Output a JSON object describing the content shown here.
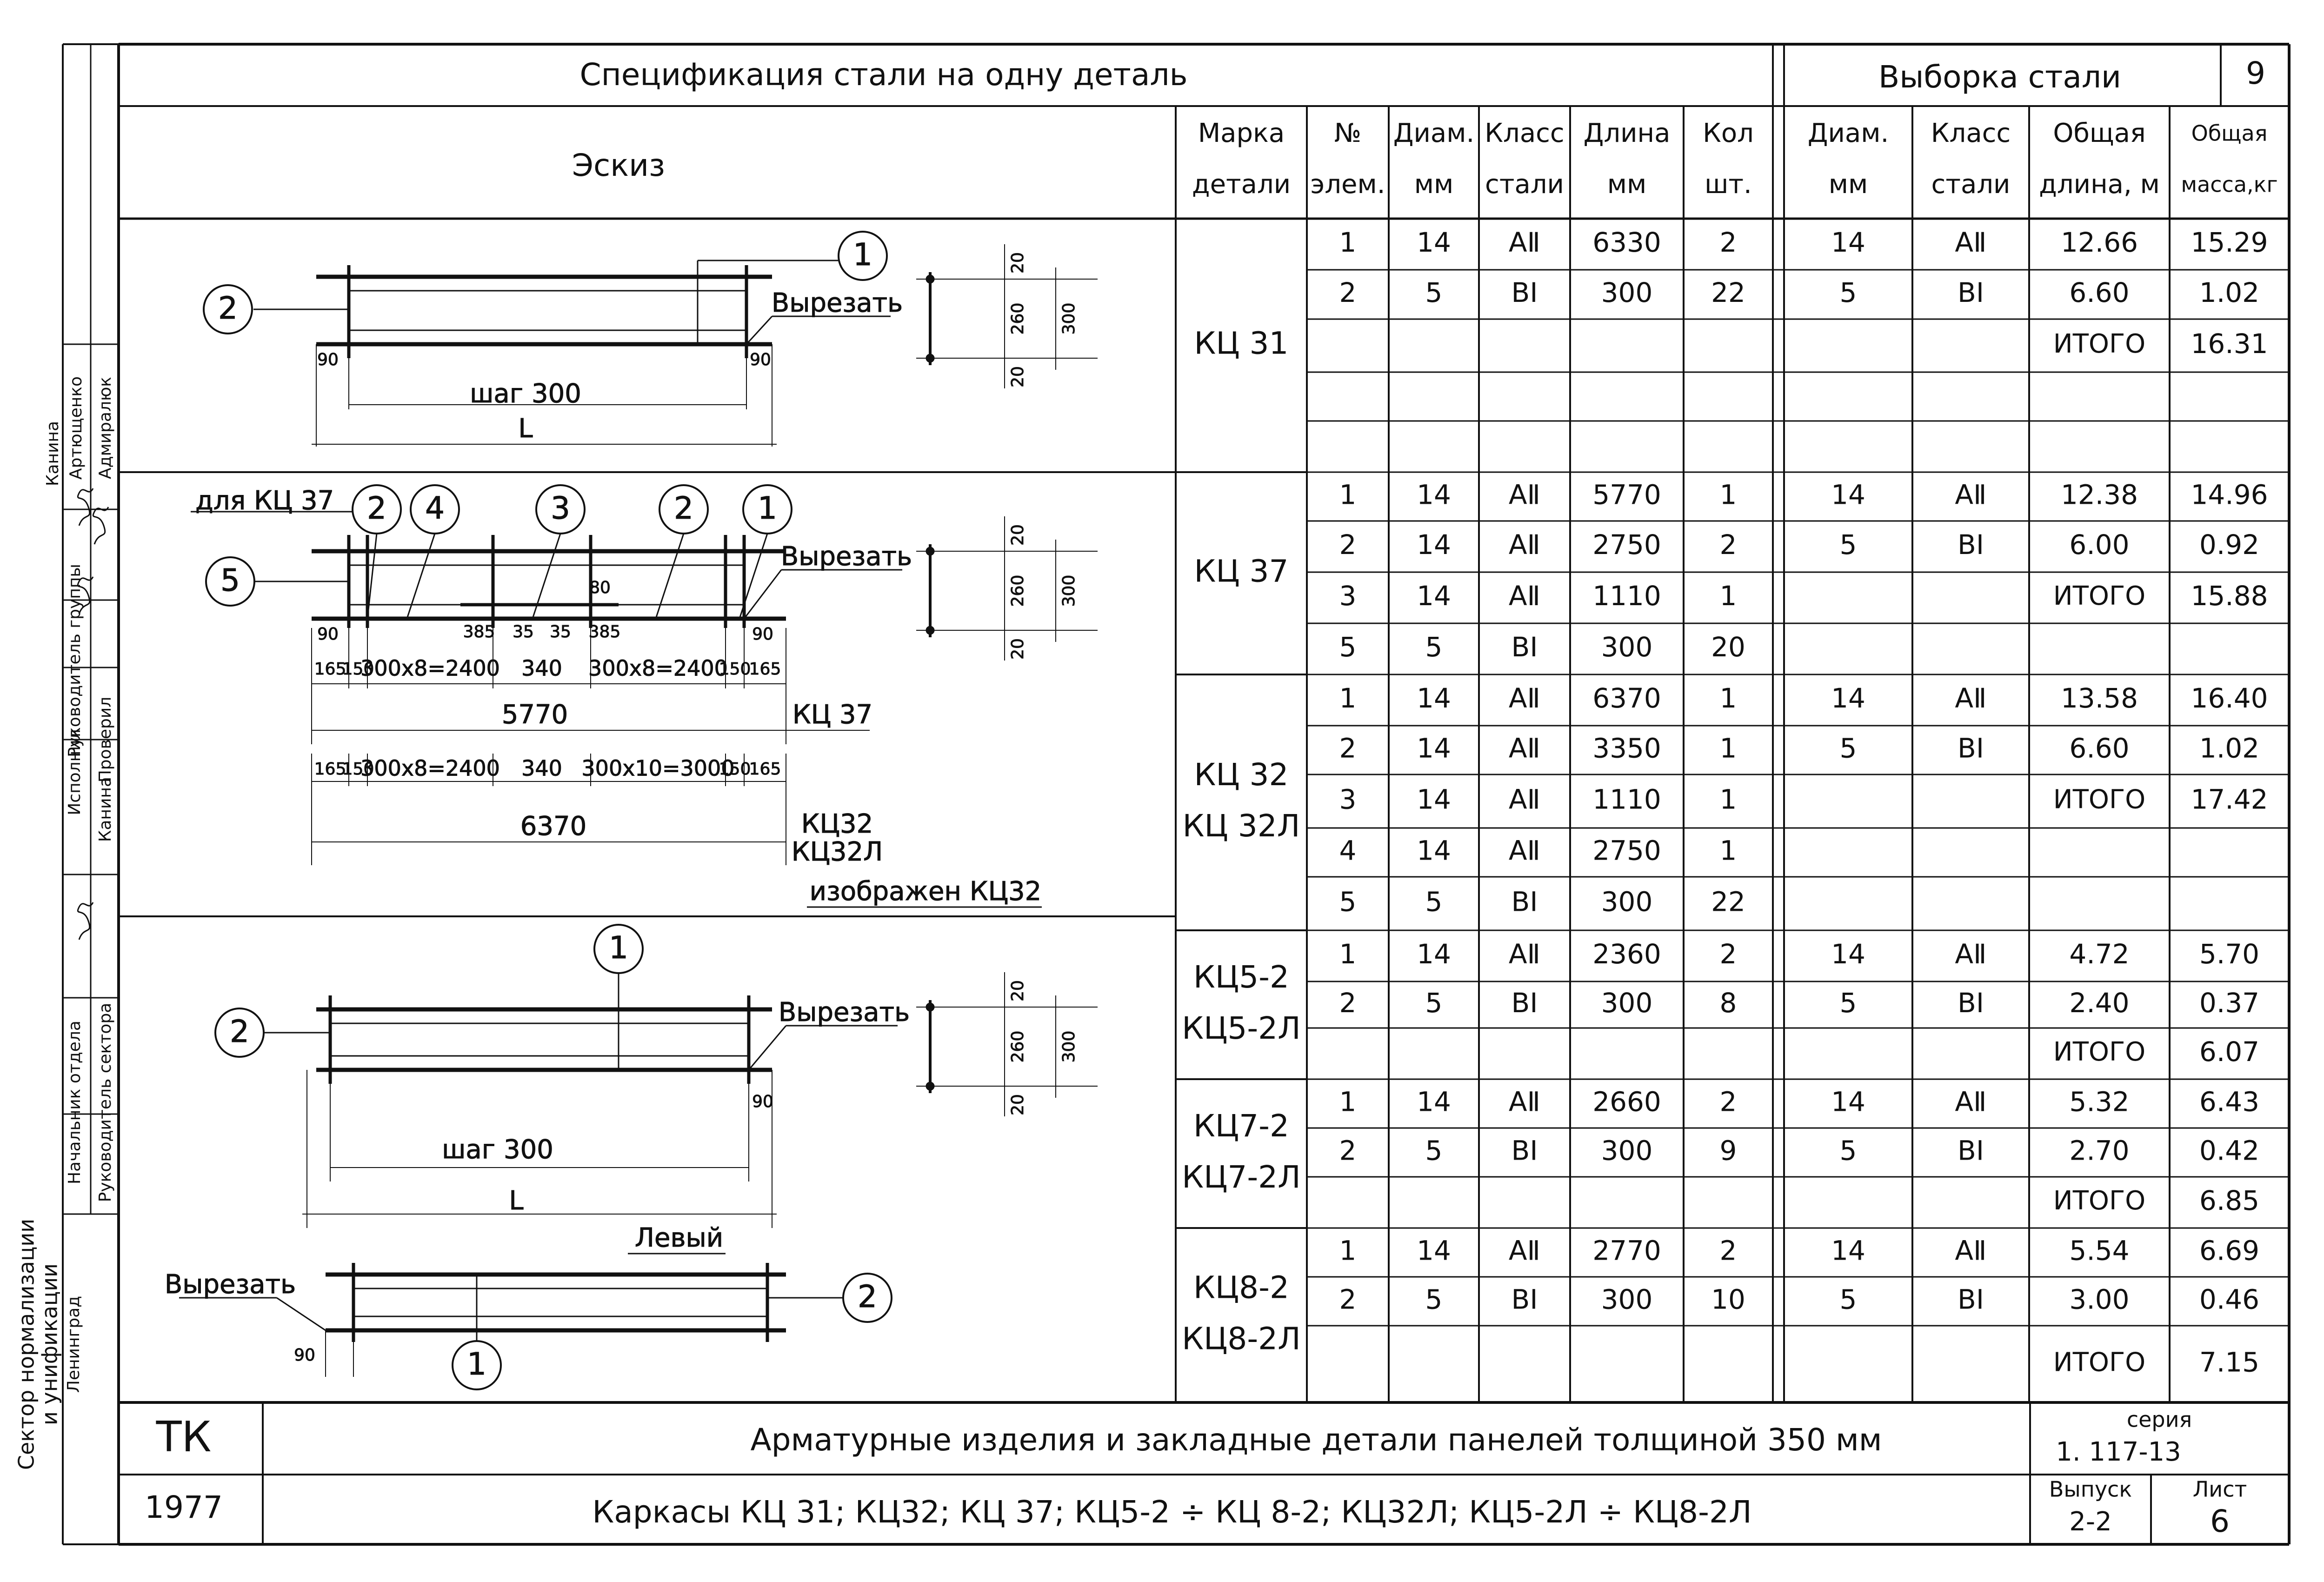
{
  "sheet_number_top": "9",
  "spec_title": "Спецификация стали на одну деталь",
  "sample_title": "Выборка стали",
  "sketch_header": "Эскиз",
  "columns": {
    "mark": [
      "Марка",
      "детали"
    ],
    "elem": [
      "№",
      "элем."
    ],
    "diam": [
      "Диам.",
      "мм"
    ],
    "klass": [
      "Класс",
      "стали"
    ],
    "length": [
      "Длина",
      "мм"
    ],
    "qty": [
      "Кол",
      "шт."
    ],
    "s_diam": [
      "Диам.",
      "мм"
    ],
    "s_klass": [
      "Класс",
      "стали"
    ],
    "s_len": [
      "Общая",
      "длина, м"
    ],
    "s_mass": [
      "Общая",
      "масса,кг"
    ]
  },
  "groups": [
    {
      "mark": [
        "КЦ 31"
      ],
      "rows": [
        [
          "1",
          "14",
          "АⅡ",
          "6330",
          "2",
          "14",
          "АⅡ",
          "12.66",
          "15.29"
        ],
        [
          "2",
          "5",
          "ВI",
          "300",
          "22",
          "5",
          "ВI",
          "6.60",
          "1.02"
        ],
        [
          "",
          "",
          "",
          "",
          "",
          "",
          "",
          "ИТОГО",
          "16.31"
        ],
        [
          "",
          "",
          "",
          "",
          "",
          "",
          "",
          "",
          ""
        ],
        [
          "",
          "",
          "",
          "",
          "",
          "",
          "",
          "",
          ""
        ]
      ]
    },
    {
      "mark": [
        "КЦ 37"
      ],
      "rows": [
        [
          "1",
          "14",
          "АⅡ",
          "5770",
          "1",
          "14",
          "АⅡ",
          "12.38",
          "14.96"
        ],
        [
          "2",
          "14",
          "АⅡ",
          "2750",
          "2",
          "5",
          "ВI",
          "6.00",
          "0.92"
        ],
        [
          "3",
          "14",
          "АⅡ",
          "1110",
          "1",
          "",
          "",
          "ИТОГО",
          "15.88"
        ],
        [
          "5",
          "5",
          "ВI",
          "300",
          "20",
          "",
          "",
          "",
          ""
        ]
      ]
    },
    {
      "mark": [
        "КЦ 32",
        "КЦ 32Л"
      ],
      "rows": [
        [
          "1",
          "14",
          "АⅡ",
          "6370",
          "1",
          "14",
          "АⅡ",
          "13.58",
          "16.40"
        ],
        [
          "2",
          "14",
          "АⅡ",
          "3350",
          "1",
          "5",
          "ВI",
          "6.60",
          "1.02"
        ],
        [
          "3",
          "14",
          "АⅡ",
          "1110",
          "1",
          "",
          "",
          "ИТОГО",
          "17.42"
        ],
        [
          "4",
          "14",
          "АⅡ",
          "2750",
          "1",
          "",
          "",
          "",
          ""
        ],
        [
          "5",
          "5",
          "ВI",
          "300",
          "22",
          "",
          "",
          "",
          ""
        ]
      ]
    },
    {
      "mark": [
        "КЦ5-2",
        "КЦ5-2Л"
      ],
      "rows": [
        [
          "1",
          "14",
          "АⅡ",
          "2360",
          "2",
          "14",
          "АⅡ",
          "4.72",
          "5.70"
        ],
        [
          "2",
          "5",
          "ВI",
          "300",
          "8",
          "5",
          "ВI",
          "2.40",
          "0.37"
        ],
        [
          "",
          "",
          "",
          "",
          "",
          "",
          "",
          "ИТОГО",
          "6.07"
        ]
      ]
    },
    {
      "mark": [
        "КЦ7-2",
        "КЦ7-2Л"
      ],
      "rows": [
        [
          "1",
          "14",
          "АⅡ",
          "2660",
          "2",
          "14",
          "АⅡ",
          "5.32",
          "6.43"
        ],
        [
          "2",
          "5",
          "ВI",
          "300",
          "9",
          "5",
          "ВI",
          "2.70",
          "0.42"
        ],
        [
          "",
          "",
          "",
          "",
          "",
          "",
          "",
          "ИТОГО",
          "6.85"
        ]
      ]
    },
    {
      "mark": [
        "КЦ8-2",
        "КЦ8-2Л"
      ],
      "rows": [
        [
          "1",
          "14",
          "АⅡ",
          "2770",
          "2",
          "14",
          "АⅡ",
          "5.54",
          "6.69"
        ],
        [
          "2",
          "5",
          "ВI",
          "300",
          "10",
          "5",
          "ВI",
          "3.00",
          "0.46"
        ],
        [
          "",
          "",
          "",
          "",
          "",
          "",
          "",
          "ИТОГО",
          "7.15"
        ]
      ]
    }
  ],
  "sketches": {
    "s1": {
      "pos_left": "2",
      "pos_right": "1",
      "cut": "Вырезать",
      "d90a": "90",
      "d90b": "90",
      "step": "шаг 300",
      "L": "L",
      "sec": {
        "d20a": "20",
        "d260": "260",
        "d20b": "20",
        "d300": "300"
      }
    },
    "s2": {
      "for": "для КЦ 37",
      "pos": [
        "2",
        "4",
        "3",
        "2",
        "1"
      ],
      "pos5": "5",
      "cut": "Вырезать",
      "d90a": "90",
      "d90b": "90",
      "d80": "80",
      "d385a": "385",
      "d35a": "35",
      "d35b": "35",
      "d385b": "385",
      "row1": [
        "165",
        "150",
        "300х8=2400",
        "340",
        "300х8=2400",
        "150",
        "165"
      ],
      "total1": "5770",
      "mark1": "КЦ 37",
      "row2": [
        "165",
        "150",
        "300х8=2400",
        "340",
        "300х10=3000",
        "150",
        "165"
      ],
      "total2": "6370",
      "mark2a": "КЦ32",
      "mark2b": "КЦ32Л",
      "note": "изображен КЦ32",
      "sec": {
        "d20a": "20",
        "d260": "260",
        "d20b": "20",
        "d300": "300"
      }
    },
    "s3": {
      "pos_top": "1",
      "pos_left": "2",
      "cut": "Вырезать",
      "d90": "90",
      "step": "шаг 300",
      "L": "L",
      "sec": {
        "d20a": "20",
        "d260": "260",
        "d20b": "20",
        "d300": "300"
      }
    },
    "s4": {
      "label": "Левый",
      "cut": "Вырезать",
      "pos_right": "2",
      "pos_bottom": "1",
      "d90": "90"
    }
  },
  "side": {
    "org": [
      "Сектор нормализации",
      "и унификации",
      "Ленинград"
    ],
    "roles": [
      "Начальник отдела",
      "Руководитель сектора",
      "Руководитель группы",
      "Исполнил",
      "Проверил"
    ],
    "names": [
      "Канина",
      "Артющенко",
      "Адмиралюк",
      "Канина"
    ]
  },
  "title_block": {
    "org": "ТК",
    "year": "1977",
    "line1": "Арматурные изделия и закладные детали панелей толщиной 350 мм",
    "line2": "Каркасы КЦ 31; КЦ32; КЦ 37; КЦ5-2 ÷ КЦ 8-2; КЦ32Л; КЦ5-2Л ÷ КЦ8-2Л",
    "series_label": "серия",
    "series": "1. 117-13",
    "issue_label": "Выпуск",
    "issue": "2-2",
    "sheet_label": "Лист",
    "sheet": "6"
  }
}
